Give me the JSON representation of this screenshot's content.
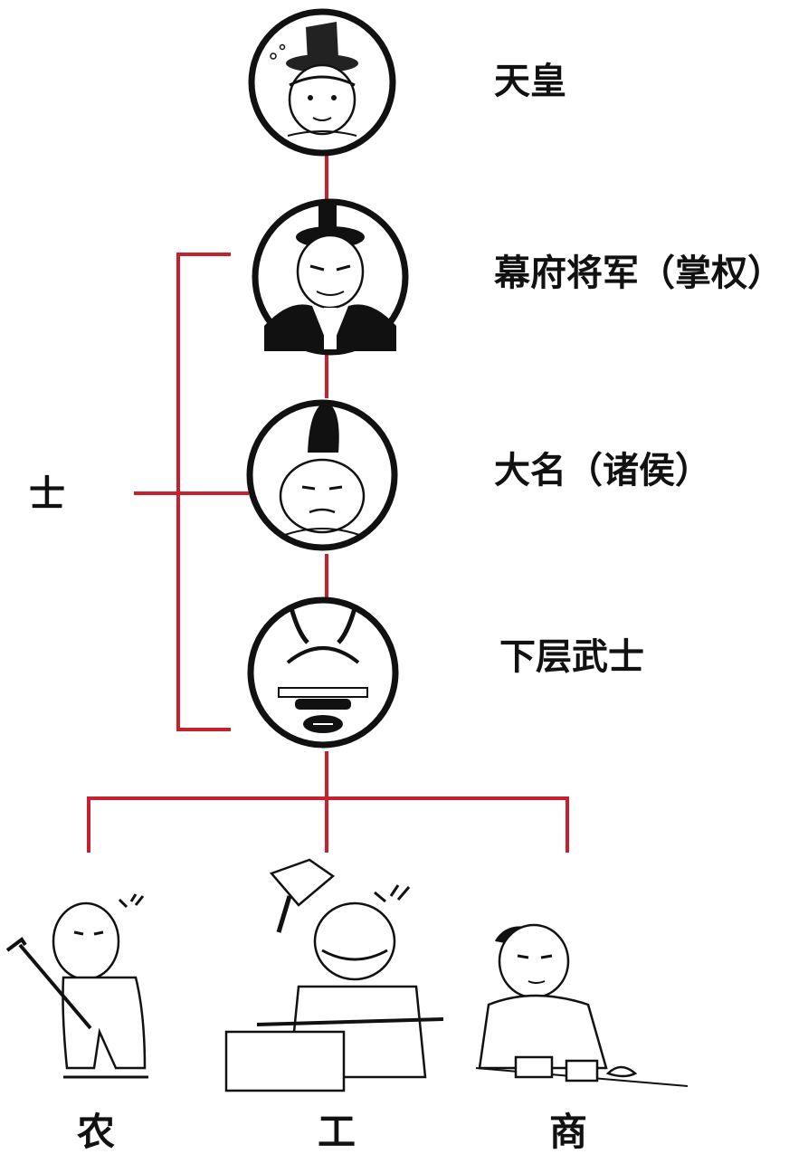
{
  "colors": {
    "line": "#c8202c",
    "outline": "#111111",
    "background": "#ffffff"
  },
  "ranks": [
    {
      "label": "天皇",
      "icon": "emperor-portrait"
    },
    {
      "label": "幕府将军（掌权）",
      "icon": "shogun-portrait"
    },
    {
      "label": "大名（诸侯）",
      "icon": "daimyo-portrait"
    },
    {
      "label": "下层武士",
      "icon": "samurai-portrait"
    }
  ],
  "group": {
    "label": "士"
  },
  "castes": [
    {
      "label": "农",
      "icon": "farmer-figure"
    },
    {
      "label": "工",
      "icon": "craftsman-figure"
    },
    {
      "label": "商",
      "icon": "merchant-figure"
    }
  ]
}
